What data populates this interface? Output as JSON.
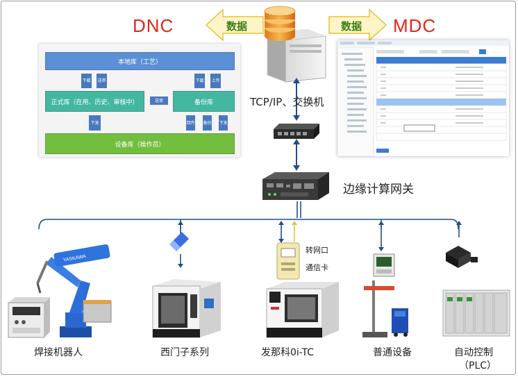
{
  "titles": {
    "dnc": "DNC",
    "mdc": "MDC"
  },
  "arrows": {
    "left_label": "数据",
    "right_label": "数据"
  },
  "network": {
    "tcpip_label": "TCP/IP、交换机",
    "gateway_label": "边缘计算网关"
  },
  "dnc": {
    "local_lib": "本地库（工艺）",
    "formal_lib": "正式库（在用、历史、审核中）",
    "backup_lib": "备份库",
    "device_lib": "设备库（操作员）",
    "arrow_labels": [
      "下载",
      "送审",
      "下载",
      "上传",
      "送审",
      "下发",
      "回传",
      "备份",
      "下发"
    ]
  },
  "devices": {
    "welding_robot": "焊接机器人",
    "siemens": "西门子系列",
    "fanuc": "发那科0i-TC",
    "general": "普通设备",
    "plc_line1": "自动控制",
    "plc_line2": "（PLC）",
    "robot_brand": "YASKAWA",
    "converter_label1": "转网口",
    "converter_label2": "通信卡"
  },
  "colors": {
    "title_red": "#e3241b",
    "arrow_fill": "#fdf5c8",
    "arrow_stroke": "#e6c13a",
    "arrow_text": "#3c7f12",
    "line_blue": "#1f4e8c"
  }
}
